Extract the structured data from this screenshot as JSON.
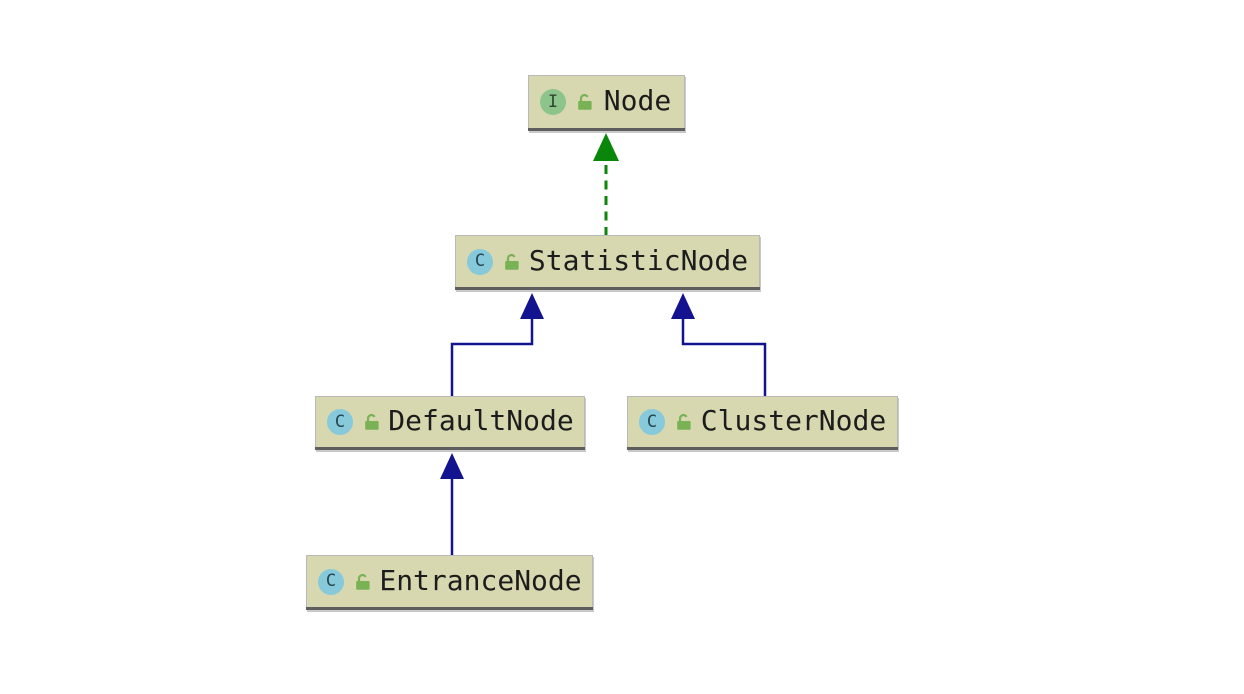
{
  "diagram": {
    "kind": "uml-class-hierarchy",
    "nodes": [
      {
        "label": "Node",
        "type": "interface",
        "icon_letter": "I",
        "visibility_icon": "open-lock"
      },
      {
        "label": "StatisticNode",
        "type": "class",
        "icon_letter": "C",
        "visibility_icon": "open-lock"
      },
      {
        "label": "DefaultNode",
        "type": "class",
        "icon_letter": "C",
        "visibility_icon": "open-lock"
      },
      {
        "label": "ClusterNode",
        "type": "class",
        "icon_letter": "C",
        "visibility_icon": "open-lock"
      },
      {
        "label": "EntranceNode",
        "type": "class",
        "icon_letter": "C",
        "visibility_icon": "open-lock"
      }
    ],
    "edges": [
      {
        "from": "StatisticNode",
        "to": "Node",
        "relation": "implements",
        "line_style": "dashed"
      },
      {
        "from": "DefaultNode",
        "to": "StatisticNode",
        "relation": "extends",
        "line_style": "solid"
      },
      {
        "from": "ClusterNode",
        "to": "StatisticNode",
        "relation": "extends",
        "line_style": "solid"
      },
      {
        "from": "EntranceNode",
        "to": "DefaultNode",
        "relation": "extends",
        "line_style": "solid"
      }
    ],
    "colors": {
      "canvas_bg": "#ffffff",
      "node_fill": "#d8d8b0",
      "node_border": "#b9b9b9",
      "node_separator": "#5e5e5e",
      "label_color": "#1c1c1c",
      "interface_icon_bg": "#8cc48c",
      "class_icon_bg": "#85c9da",
      "lock_icon": "#79b155",
      "implements_edge": "#0a870a",
      "extends_edge": "#14138f"
    }
  }
}
